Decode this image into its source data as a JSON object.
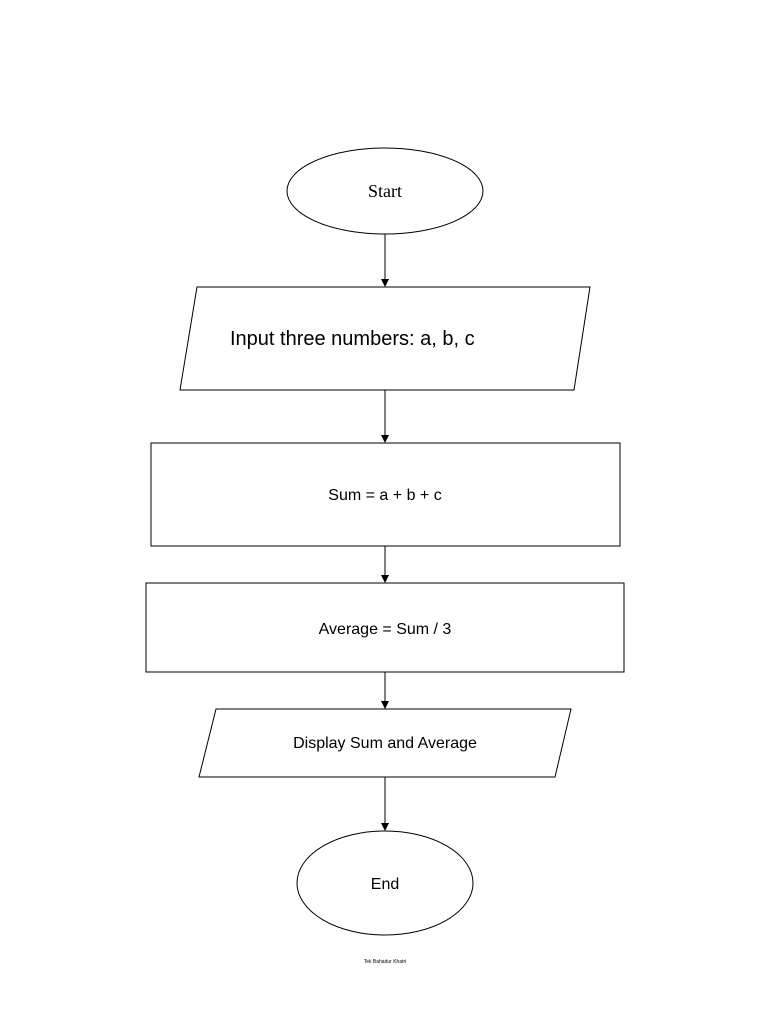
{
  "nodes": {
    "start": "Start",
    "input": "Input three numbers: a, b, c",
    "sum": "Sum = a + b + c",
    "average": "Average = Sum / 3",
    "display": "Display Sum and Average",
    "end": "End"
  },
  "author": "Tek Bahadur Khatri"
}
